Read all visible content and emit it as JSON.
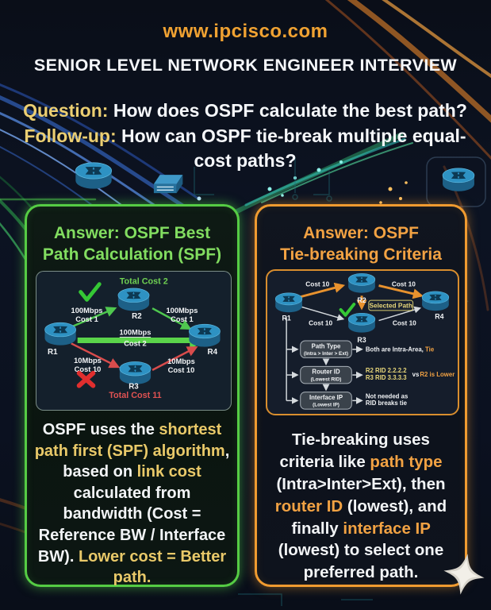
{
  "header": {
    "site_url": "www.ipcisco.com",
    "title": "SENIOR LEVEL NETWORK ENGINEER INTERVIEW"
  },
  "question": {
    "label1": "Question:",
    "text1": " How does OSPF calculate the best path?",
    "label2": "Follow-up:",
    "text2": " How can OSPF tie-break multiple equal-cost paths?"
  },
  "colors": {
    "accent_yellow": "#eccf72",
    "accent_green": "#82dd60",
    "accent_orange": "#f2a243",
    "link_green": "#4fc84f",
    "link_red": "#d94c4c",
    "router_blue": "#2e92c3"
  },
  "left_panel": {
    "title_line1": "Answer: OSPF Best",
    "title_line2": "Path Calculation (SPF)",
    "diagram": {
      "total_cost_top": "Total Cost 2",
      "total_cost_bottom": "Total Cost 11",
      "router1": "R1",
      "router2": "R2",
      "router3": "R3",
      "router4": "R4",
      "link_r1r2_bw": "100Mbps",
      "link_r1r2_cost": "Cost 1",
      "link_r2r4_bw": "100Mbps",
      "link_r2r4_cost": "Cost 1",
      "link_r1r4_bw": "100Mbps",
      "link_r1r4_cost": "Cost 2",
      "link_r1r3_bw": "10Mbps",
      "link_r1r3_cost": "Cost 10",
      "link_r3r4_bw": "10Mbps",
      "link_r3r4_cost": "Cost 10"
    },
    "body": [
      {
        "text": "OSPF uses the ",
        "hl": false
      },
      {
        "text": "shortest path first (SPF) algorithm",
        "hl": true
      },
      {
        "text": ", based on ",
        "hl": false
      },
      {
        "text": "link cost",
        "hl": true
      },
      {
        "text": " calculated from bandwidth (Cost = Reference BW / Interface BW). ",
        "hl": false
      },
      {
        "text": "Lower cost = Better path.",
        "hl": true
      }
    ]
  },
  "right_panel": {
    "title_line1": "Answer: OSPF",
    "title_line2": "Tie-breaking Criteria",
    "diagram": {
      "router1": "R1",
      "router2": "R2",
      "router3": "R3",
      "router4": "R4",
      "cost_r1r2": "Cost 10",
      "cost_r2r4": "Cost 10",
      "cost_r1r3": "Cost 10",
      "cost_r3r4": "Cost 10",
      "selected_path": "Selected Path",
      "box_path_type_l1": "Path Type",
      "box_path_type_l2": "(Intra > Inter > Ext)",
      "box_router_id_l1": "Router ID",
      "box_router_id_l2": "(Lowest RID)",
      "box_interface_ip_l1": "Interface IP",
      "box_interface_ip_l2": "(Lowest IP)",
      "note_path_type_white": "Both are Intra-Area, ",
      "note_path_type_orange": "Tie",
      "note_rid_line1": "R2 RID 2.2.2.2",
      "note_rid_line2": "R3 RID 3.3.3.3",
      "note_rid_vs": "vs",
      "note_rid_result": "R2 is Lower",
      "note_ip_line1": "Not needed as",
      "note_ip_line2": "RID breaks tie"
    },
    "body": [
      {
        "text": "Tie-breaking uses criteria like ",
        "hl": false
      },
      {
        "text": "path type",
        "hl": true
      },
      {
        "text": " (Intra>Inter>Ext), then ",
        "hl": false
      },
      {
        "text": "router ID",
        "hl": true
      },
      {
        "text": " (lowest), and finally ",
        "hl": false
      },
      {
        "text": "interface IP",
        "hl": true
      },
      {
        "text": " (lowest) to select one preferred path.",
        "hl": false
      }
    ]
  }
}
